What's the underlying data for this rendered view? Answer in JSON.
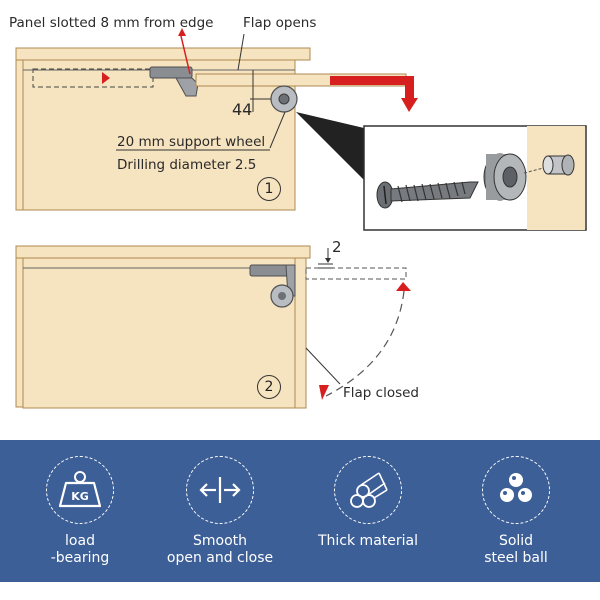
{
  "diagram": {
    "step1": {
      "panel_slot_label": "Panel slotted 8 mm from edge",
      "flap_opens_label": "Flap opens",
      "dimension_label": "44",
      "support_wheel_label": "20 mm support wheel",
      "drilling_label": "Drilling diameter 2.5",
      "step_number": "1"
    },
    "step2": {
      "gap_label": "2",
      "flap_closed_label": "Flap closed",
      "step_number": "2"
    }
  },
  "colors": {
    "wood": "#f6e3bf",
    "wood_edge": "#b08a50",
    "arrow_red": "#d71f1f",
    "band_blue": "#3d5f97"
  },
  "features": [
    {
      "icon": "kg-weight-icon",
      "line1": "load",
      "line2": "-bearing"
    },
    {
      "icon": "double-arrow-icon",
      "line1": "Smooth",
      "line2": "open and close"
    },
    {
      "icon": "material-rods-icon",
      "line1": "Thick material",
      "line2": ""
    },
    {
      "icon": "steel-balls-icon",
      "line1": "Solid",
      "line2": "steel ball"
    }
  ]
}
